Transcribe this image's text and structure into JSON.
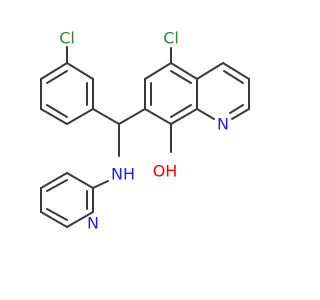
{
  "molecule": {
    "atoms": {
      "cl_phenyl": {
        "text": "Cl",
        "color": "#2e8b2e"
      },
      "cl_quinoline": {
        "text": "Cl",
        "color": "#2e8b2e"
      },
      "n_quinoline": {
        "text": "N",
        "color": "#1f1fe0"
      },
      "n_pyridine": {
        "text": "N",
        "color": "#1f1fe0"
      },
      "nh_amine": {
        "text": "NH",
        "color": "#1f1fe0"
      },
      "oh_hydroxyl": {
        "text": "OH",
        "color": "#ff0000"
      }
    },
    "bond_color": "#3a3a3a"
  }
}
